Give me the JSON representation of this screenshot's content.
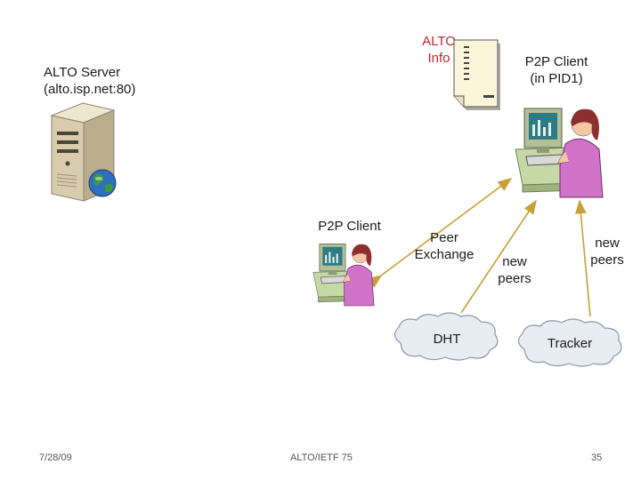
{
  "diagram": {
    "alto_server": {
      "line1": "ALTO Server",
      "line2": "(alto.isp.net:80)",
      "icon": "server-icon"
    },
    "alto_info": {
      "line1": "ALTO",
      "line2": "Info",
      "icon": "document-icon",
      "color": "#c0262d"
    },
    "p2p_client_pid1": {
      "line1": "P2P Client",
      "line2": "(in PID1)",
      "icon": "user-at-computer-icon"
    },
    "p2p_client": {
      "line1": "P2P Client",
      "icon": "user-at-computer-icon"
    },
    "peer_exchange": {
      "line1": "Peer",
      "line2": "Exchange"
    },
    "new_peers_1": {
      "line1": "new",
      "line2": "peers"
    },
    "new_peers_2": {
      "line1": "new",
      "line2": "peers"
    },
    "dht": {
      "label": "DHT",
      "icon": "cloud-icon"
    },
    "tracker": {
      "label": "Tracker",
      "icon": "cloud-icon"
    },
    "arrow_color": "#c7a037"
  },
  "footer": {
    "date": "7/28/09",
    "event": "ALTO/IETF 75",
    "page": "35"
  }
}
